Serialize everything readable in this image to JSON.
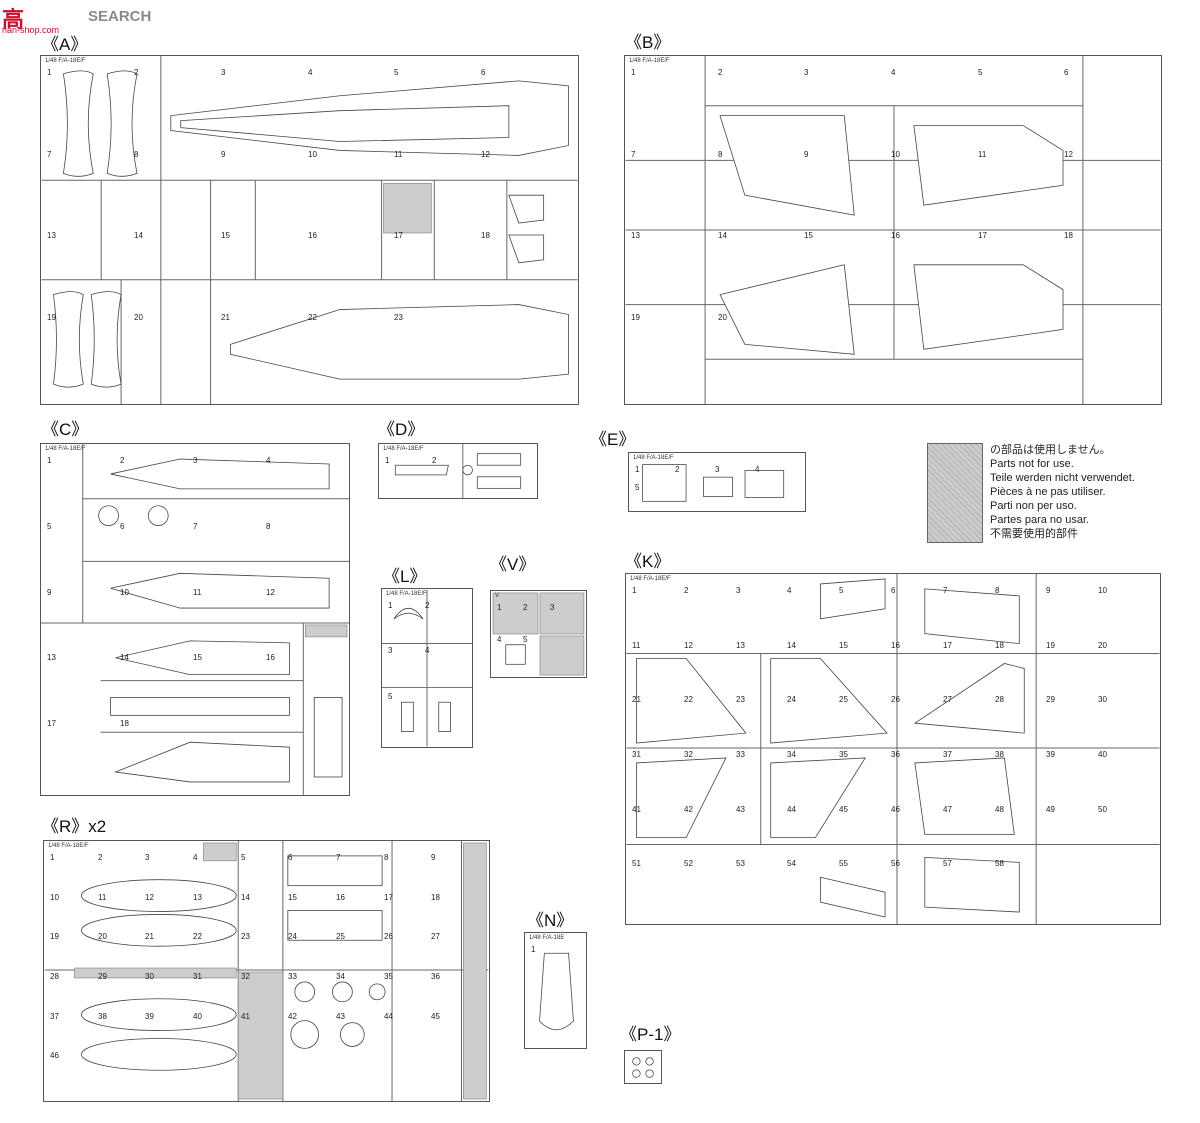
{
  "watermark": {
    "logo": "高",
    "brand": "SEARCH",
    "url": "nan-shop.com"
  },
  "sprues": [
    {
      "id": "A",
      "label": "《A》",
      "tag": "1/48 F/A-18E/F",
      "nums": [
        "1",
        "2",
        "3",
        "4",
        "5",
        "6",
        "7",
        "8",
        "9",
        "10",
        "11",
        "12",
        "13",
        "14",
        "15",
        "16",
        "17",
        "18",
        "19",
        "20",
        "21",
        "22",
        "23"
      ]
    },
    {
      "id": "B",
      "label": "《B》",
      "tag": "1/48 F/A-18E/F",
      "nums": [
        "1",
        "2",
        "3",
        "4",
        "5",
        "6",
        "7",
        "8",
        "9",
        "10",
        "11",
        "12",
        "13",
        "14",
        "15",
        "16",
        "17",
        "18",
        "19",
        "20"
      ]
    },
    {
      "id": "C",
      "label": "《C》",
      "tag": "1/48 F/A-18E/F",
      "nums": [
        "1",
        "2",
        "3",
        "4",
        "5",
        "6",
        "7",
        "8",
        "9",
        "10",
        "11",
        "12",
        "13",
        "14",
        "15",
        "16",
        "17",
        "18"
      ]
    },
    {
      "id": "D",
      "label": "《D》",
      "tag": "1/48 F/A-18E/F",
      "nums": [
        "1",
        "2"
      ]
    },
    {
      "id": "E",
      "label": "《E》",
      "tag": "1/48 F/A-18E/F",
      "nums": [
        "1",
        "2",
        "3",
        "4",
        "5"
      ]
    },
    {
      "id": "L",
      "label": "《L》",
      "tag": "1/48 F/A-18E/F",
      "nums": [
        "1",
        "2",
        "3",
        "4",
        "5"
      ]
    },
    {
      "id": "V",
      "label": "《V》",
      "tag": "V",
      "nums": [
        "1",
        "2",
        "3",
        "4",
        "5"
      ]
    },
    {
      "id": "K",
      "label": "《K》",
      "tag": "1/48 F/A-18E/F",
      "nums": [
        "1",
        "2",
        "3",
        "4",
        "5",
        "6",
        "7",
        "8",
        "9",
        "10",
        "11",
        "12",
        "13",
        "14",
        "15",
        "16",
        "17",
        "18",
        "19",
        "20",
        "21",
        "22",
        "23",
        "24",
        "25",
        "26",
        "27",
        "28",
        "29",
        "30",
        "31",
        "32",
        "33",
        "34",
        "35",
        "36",
        "37",
        "38",
        "39",
        "40",
        "41",
        "42",
        "43",
        "44",
        "45",
        "46",
        "47",
        "48",
        "49",
        "50",
        "51",
        "52",
        "53",
        "54",
        "55",
        "56",
        "57",
        "58"
      ]
    },
    {
      "id": "R",
      "label": "《R》x2",
      "tag": "1/48 F/A-18E/F",
      "nums": [
        "1",
        "2",
        "3",
        "4",
        "5",
        "6",
        "7",
        "8",
        "9",
        "10",
        "11",
        "12",
        "13",
        "14",
        "15",
        "16",
        "17",
        "18",
        "19",
        "20",
        "21",
        "22",
        "23",
        "24",
        "25",
        "26",
        "27",
        "28",
        "29",
        "30",
        "31",
        "32",
        "33",
        "34",
        "35",
        "36",
        "37",
        "38",
        "39",
        "40",
        "41",
        "42",
        "43",
        "44",
        "45",
        "46"
      ]
    },
    {
      "id": "N",
      "label": "《N》",
      "tag": "1/48 F/A-18E",
      "nums": [
        "1"
      ]
    },
    {
      "id": "P1",
      "label": "《P-1》",
      "tag": "",
      "nums": []
    }
  ],
  "legend": {
    "lines": [
      "の部品は使用しません。",
      "Parts not for use.",
      "Teile werden nicht verwendet.",
      "Pièces à ne pas utiliser.",
      "Parti non per uso.",
      "Partes para no usar.",
      "不需要使用的部件"
    ]
  }
}
